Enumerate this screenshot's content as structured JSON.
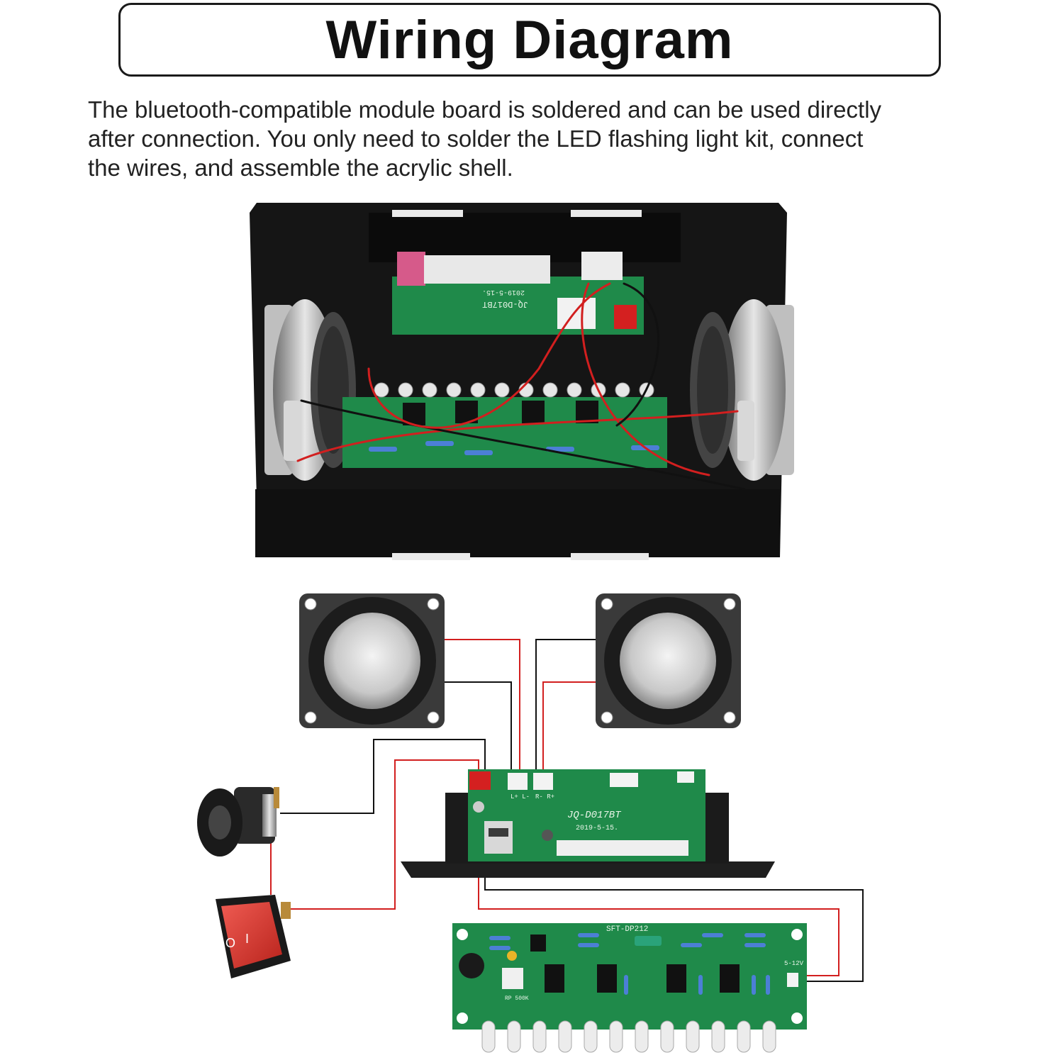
{
  "title": "Wiring Diagram",
  "description": [
    "The bluetooth-compatible module board is soldered and can be used directly",
    "after connection. You only need to solder the LED flashing light kit, connect",
    "the wires, and assemble the acrylic shell."
  ],
  "photo_board": {
    "model": "JQ-D017BT",
    "date": "2019-5-15."
  },
  "bt_module": {
    "model": "JQ-D017BT",
    "date": "2019-5-15.",
    "left_port": "L+ L-",
    "right_port": "R- R+"
  },
  "led_board": {
    "model": "SFT-DP212",
    "power": "5-12V",
    "pot": "RP 500K"
  },
  "colors": {
    "pcb_green": "#1f8a4a",
    "wire_red": "#d21f1f",
    "wire_black": "#111111",
    "switch_red": "#d9342b",
    "case_black": "#151515"
  }
}
